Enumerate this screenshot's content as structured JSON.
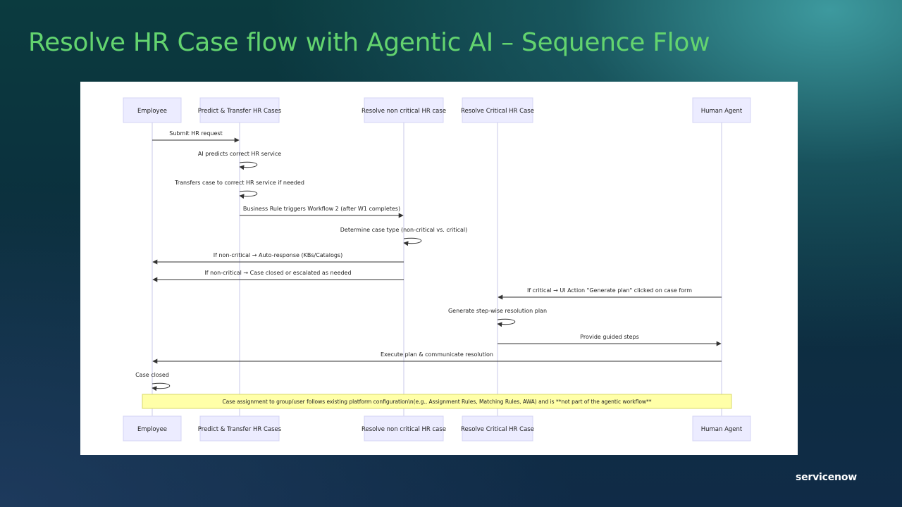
{
  "slide": {
    "title": "Resolve HR Case flow with Agentic AI – Sequence Flow",
    "brand": "servicenow"
  },
  "diagram": {
    "participants": [
      {
        "id": "employee",
        "label": "Employee"
      },
      {
        "id": "predict",
        "label": "Predict & Transfer HR Cases"
      },
      {
        "id": "noncritical",
        "label": "Resolve non critical HR case"
      },
      {
        "id": "critical",
        "label": "Resolve Critical HR Case"
      },
      {
        "id": "human",
        "label": "Human Agent"
      }
    ],
    "messages": [
      {
        "from": "employee",
        "to": "predict",
        "label": "Submit HR request"
      },
      {
        "from": "predict",
        "to": "predict",
        "label": "AI predicts correct HR service"
      },
      {
        "from": "predict",
        "to": "predict",
        "label": "Transfers case to correct HR service if needed"
      },
      {
        "from": "predict",
        "to": "noncritical",
        "label": "Business Rule triggers Workflow 2 (after W1 completes)"
      },
      {
        "from": "noncritical",
        "to": "noncritical",
        "label": "Determine case type (non-critical vs. critical)"
      },
      {
        "from": "noncritical",
        "to": "employee",
        "label": "If non-critical → Auto-response (KBs/Catalogs)"
      },
      {
        "from": "noncritical",
        "to": "employee",
        "label": "If non-critical → Case closed or escalated as needed"
      },
      {
        "from": "human",
        "to": "critical",
        "label": "If critical → UI Action \"Generate plan\" clicked on case form"
      },
      {
        "from": "critical",
        "to": "critical",
        "label": "Generate step-wise resolution plan"
      },
      {
        "from": "critical",
        "to": "human",
        "label": "Provide guided steps"
      },
      {
        "from": "human",
        "to": "employee",
        "label": "Execute plan & communicate resolution"
      },
      {
        "from": "employee",
        "to": "employee",
        "label": "Case closed"
      }
    ],
    "note": "Case assignment to group/user follows existing platform configuration\\n(e.g., Assignment Rules, Matching Rules, AWA) and is **not part of the agentic workflow**",
    "colors": {
      "actor_fill": "#ECECFF",
      "actor_stroke": "#D4D4F4",
      "lifeline": "#C9C9E8",
      "line": "#333333",
      "note_fill": "#FFFFA8",
      "note_stroke": "#D8D86A"
    }
  }
}
